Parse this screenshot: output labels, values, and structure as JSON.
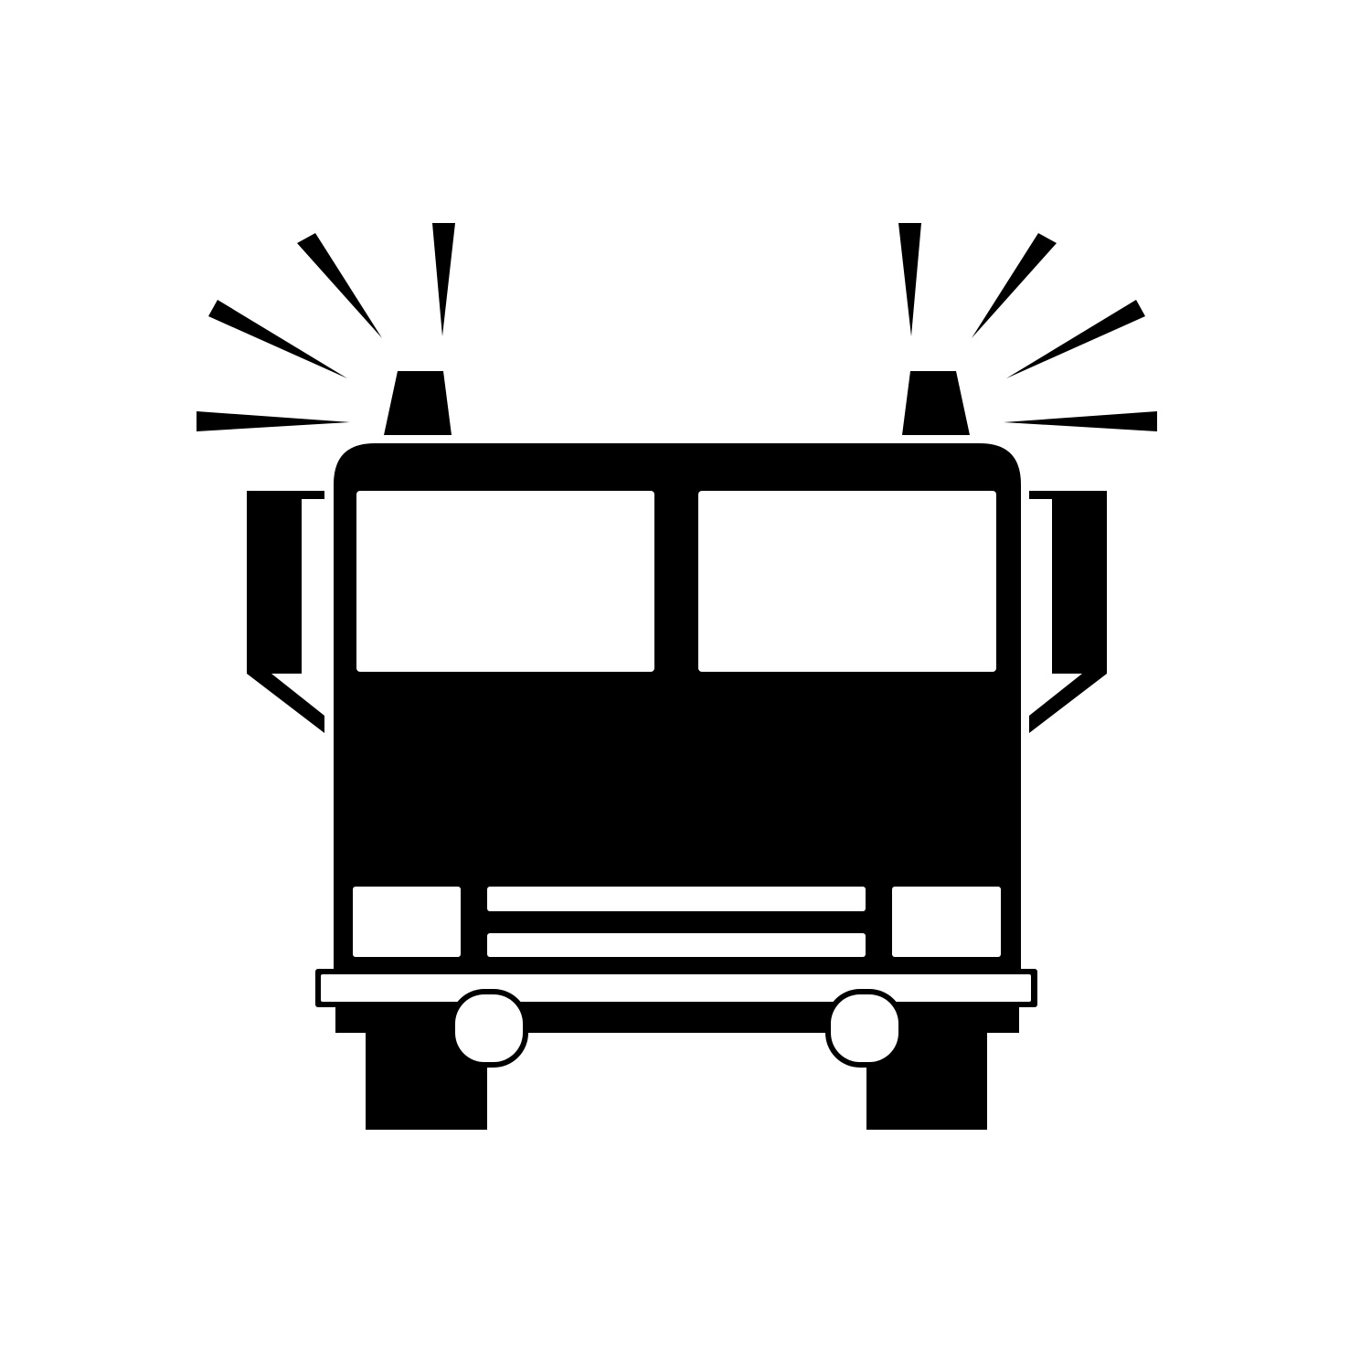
{
  "icon": {
    "name": "fire-truck-icon",
    "style": "black silhouette on white",
    "colors": {
      "foreground": "#000000",
      "background": "#ffffff"
    },
    "parts": [
      "cab",
      "windshield-left",
      "windshield-right",
      "mirror-left",
      "mirror-right",
      "beacon-left",
      "beacon-right",
      "light-rays",
      "headlights",
      "grille",
      "bumper",
      "fog-lights",
      "wheels"
    ]
  }
}
